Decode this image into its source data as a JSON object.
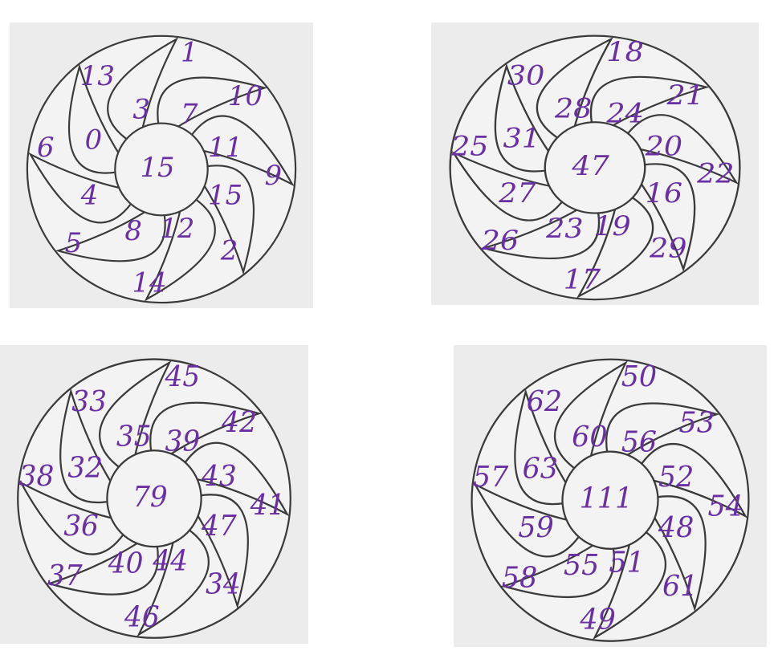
{
  "diagrams": [
    {
      "id": "knot-1",
      "labels": [
        "1",
        "13",
        "3",
        "7",
        "10",
        "6",
        "0",
        "11",
        "15",
        "9",
        "4",
        "15",
        "8",
        "12",
        "5",
        "2",
        "14"
      ]
    },
    {
      "id": "knot-2",
      "labels": [
        "18",
        "30",
        "28",
        "24",
        "21",
        "25",
        "31",
        "20",
        "47",
        "22",
        "27",
        "16",
        "23",
        "19",
        "26",
        "29",
        "17"
      ]
    },
    {
      "id": "knot-3",
      "labels": [
        "45",
        "33",
        "35",
        "39",
        "42",
        "38",
        "32",
        "43",
        "79",
        "41",
        "36",
        "47",
        "40",
        "44",
        "37",
        "34",
        "46"
      ]
    },
    {
      "id": "knot-4",
      "labels": [
        "50",
        "62",
        "60",
        "56",
        "53",
        "57",
        "63",
        "52",
        "111",
        "54",
        "59",
        "48",
        "55",
        "51",
        "58",
        "61",
        "49"
      ]
    }
  ],
  "colors": {
    "label": "#6a2fa3",
    "stroke": "#3a3a3a",
    "panel": "#ececec"
  }
}
